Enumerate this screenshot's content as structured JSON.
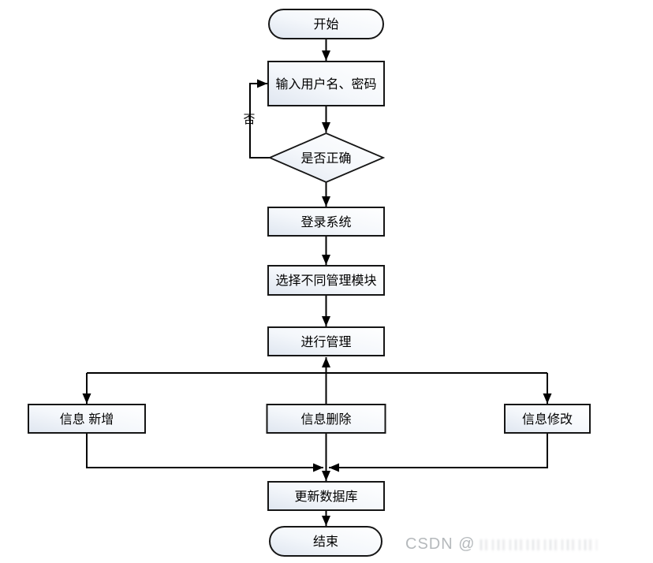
{
  "diagram": {
    "title": "login-and-management-flowchart",
    "nodes": {
      "start": {
        "label": "开始",
        "shape": "stadium"
      },
      "input": {
        "label": "输入用户名、密码",
        "shape": "rect"
      },
      "decision": {
        "label": "是否正确",
        "shape": "diamond"
      },
      "login": {
        "label": "登录系统",
        "shape": "rect"
      },
      "select_module": {
        "label": "选择不同管理模块",
        "shape": "rect"
      },
      "manage": {
        "label": "进行管理",
        "shape": "rect"
      },
      "info_add": {
        "label": "信息 新增",
        "shape": "rect"
      },
      "info_delete": {
        "label": "信息删除",
        "shape": "rect"
      },
      "info_modify": {
        "label": "信息修改",
        "shape": "rect"
      },
      "update_db": {
        "label": "更新数据库",
        "shape": "rect"
      },
      "end": {
        "label": "结束",
        "shape": "stadium"
      }
    },
    "edge_labels": {
      "no": "否"
    }
  },
  "watermark": {
    "text": "CSDN @",
    "note": "illegible faded username"
  },
  "colors": {
    "background": "#ffffff",
    "line": "#000000",
    "node_border": "#161616",
    "node_fill_tint": "#dfe6f0",
    "node_fill_light": "#ffffff",
    "watermark": "#b5b9bc"
  }
}
